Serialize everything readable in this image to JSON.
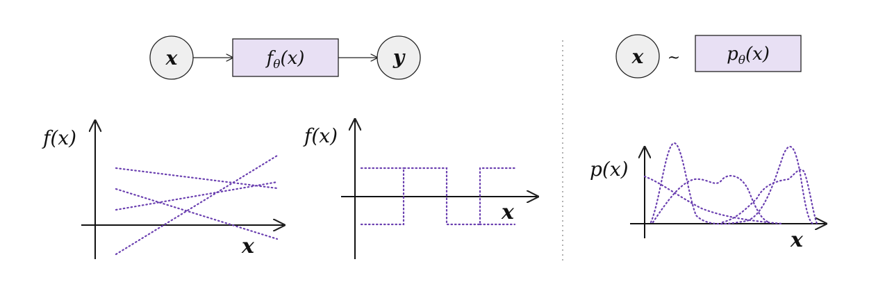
{
  "colors": {
    "curve": "#6a3fb0",
    "box_fill": "#e8e0f4",
    "node_fill": "#efefef",
    "stroke": "#222222",
    "divider": "#b0b0b0"
  },
  "supervised": {
    "input_node": "x",
    "function_box": {
      "main": "f",
      "sub": "θ",
      "arg": "(x)"
    },
    "output_node": "y"
  },
  "generative": {
    "input_node": "x",
    "relation": "~",
    "dist_box": {
      "main": "p",
      "sub": "θ",
      "arg": "(x)"
    }
  },
  "plots": [
    {
      "id": "linear",
      "ylabel": "f(x)",
      "xlabel": "x",
      "curves": 4
    },
    {
      "id": "step",
      "ylabel": "f(x)",
      "xlabel": "x",
      "curves": 1
    },
    {
      "id": "density",
      "ylabel": "p(x)",
      "xlabel": "x",
      "curves": 4
    }
  ]
}
